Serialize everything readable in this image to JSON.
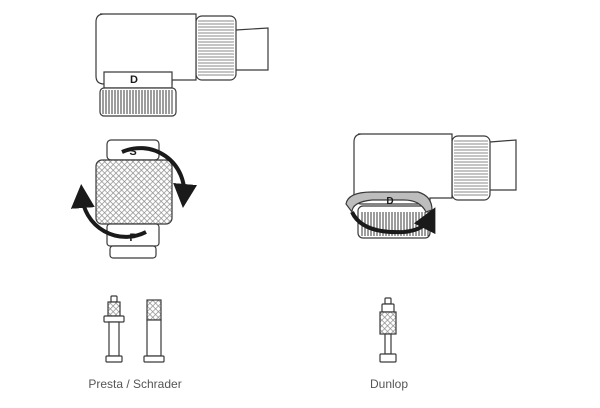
{
  "labels": {
    "valve_left": "Presta / Schrader",
    "valve_right": "Dunlop"
  },
  "markings": {
    "head_top": "D",
    "ring_top": "S",
    "ring_bottom": "P",
    "head_right": "D"
  },
  "colors": {
    "stroke": "#3a3a3a",
    "fill": "#ffffff",
    "cap_dark": "#1a1a1a",
    "knurl": "#9a9a9a",
    "arrow": "#1a1a1a",
    "caption": "#555555"
  }
}
